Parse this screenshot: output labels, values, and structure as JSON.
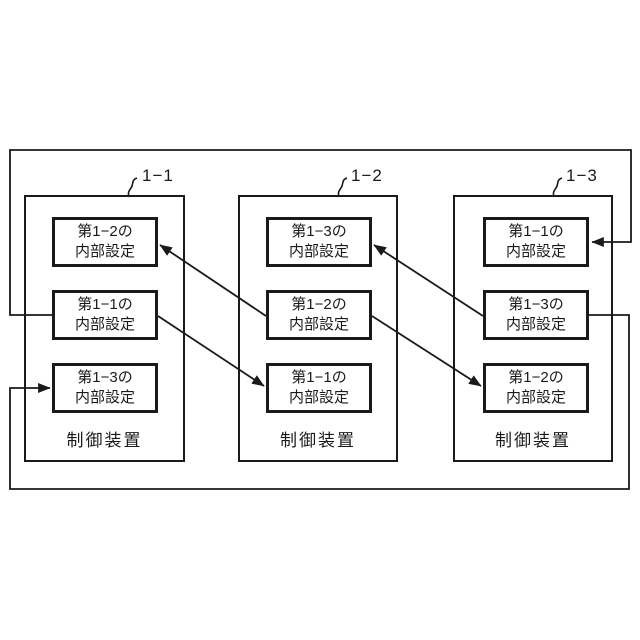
{
  "figure": {
    "description": "Block diagram of three control devices sharing internal settings",
    "line_color": "#1a1a1a",
    "background_color": "#ffffff",
    "devices": [
      {
        "ref_label": "1−1",
        "device_label": "制御装置",
        "boxes": [
          {
            "line1": "第1−2の",
            "line2": "内部設定"
          },
          {
            "line1": "第1−1の",
            "line2": "内部設定"
          },
          {
            "line1": "第1−3の",
            "line2": "内部設定"
          }
        ]
      },
      {
        "ref_label": "1−2",
        "device_label": "制御装置",
        "boxes": [
          {
            "line1": "第1−3の",
            "line2": "内部設定"
          },
          {
            "line1": "第1−2の",
            "line2": "内部設定"
          },
          {
            "line1": "第1−1の",
            "line2": "内部設定"
          }
        ]
      },
      {
        "ref_label": "1−3",
        "device_label": "制御装置",
        "boxes": [
          {
            "line1": "第1−1の",
            "line2": "内部設定"
          },
          {
            "line1": "第1−3の",
            "line2": "内部設定"
          },
          {
            "line1": "第1−2の",
            "line2": "内部設定"
          }
        ]
      }
    ],
    "connections": [
      {
        "from": "1−1 第1−1の内部設定",
        "to": "1−2 第1−1の内部設定"
      },
      {
        "from": "1−1 第1−1の内部設定",
        "to": "1−3 第1−1の内部設定"
      },
      {
        "from": "1−2 第1−2の内部設定",
        "to": "1−1 第1−2の内部設定"
      },
      {
        "from": "1−2 第1−2の内部設定",
        "to": "1−3 第1−2の内部設定"
      },
      {
        "from": "1−3 第1−3の内部設定",
        "to": "1−1 第1−3の内部設定"
      },
      {
        "from": "1−3 第1−3の内部設定",
        "to": "1−2 第1−3の内部設定"
      }
    ]
  }
}
